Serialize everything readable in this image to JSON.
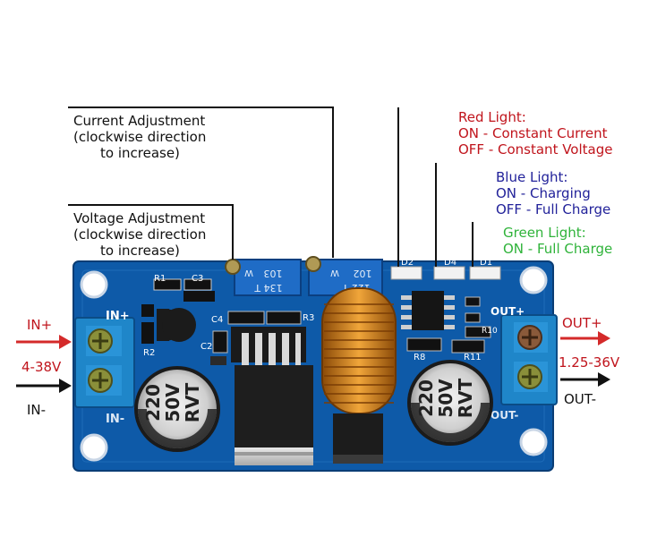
{
  "annotations": {
    "current_adjustment": {
      "line1": "Current Adjustment",
      "line2": "(clockwise direction",
      "line3": "to increase)"
    },
    "voltage_adjustment": {
      "line1": "Voltage Adjustment",
      "line2": "(clockwise direction",
      "line3": "to increase)"
    },
    "red_light": {
      "title": "Red Light:",
      "on": "ON - Constant Current",
      "off": "OFF - Constant Voltage"
    },
    "blue_light": {
      "title": "Blue Light:",
      "on": "ON - Charging",
      "off": "OFF - Full Charge"
    },
    "green_light": {
      "title": "Green Light:",
      "on": "ON - Full Charge"
    }
  },
  "io": {
    "in_plus": "IN+",
    "in_minus": "IN-",
    "in_voltage": "4-38V",
    "out_plus": "OUT+",
    "out_minus": "OUT-",
    "out_voltage": "1.25-36V"
  },
  "board": {
    "silk_in_plus": "IN+",
    "silk_in_minus": "IN-",
    "silk_out_plus": "OUT+",
    "silk_out_minus": "OUT-",
    "cap_left": [
      "220",
      "50V",
      "RVT"
    ],
    "cap_right": [
      "220",
      "50V",
      "RVT"
    ],
    "pot_left_code": "103",
    "pot_left_sub": "134 T",
    "pot_left_m": "W",
    "pot_right_code": "102",
    "pot_right_sub": "122 T",
    "pot_right_m": "W",
    "ref_r1": "R1",
    "ref_c3": "C3",
    "ref_c4": "C4",
    "ref_r3": "R3",
    "ref_c2": "C2",
    "ref_r2": "R2",
    "ref_d2": "D2",
    "ref_d4": "D4",
    "ref_d1": "D1",
    "ref_r8": "R8",
    "ref_r11": "R11",
    "ref_r10": "R10"
  },
  "colors": {
    "pcb": "#0e5aa8",
    "pcb_dark": "#0a4483",
    "terminal": "#1f86c9",
    "coil": "#d98a1c",
    "arrow_red": "#d42a2a",
    "arrow_black": "#111111"
  }
}
